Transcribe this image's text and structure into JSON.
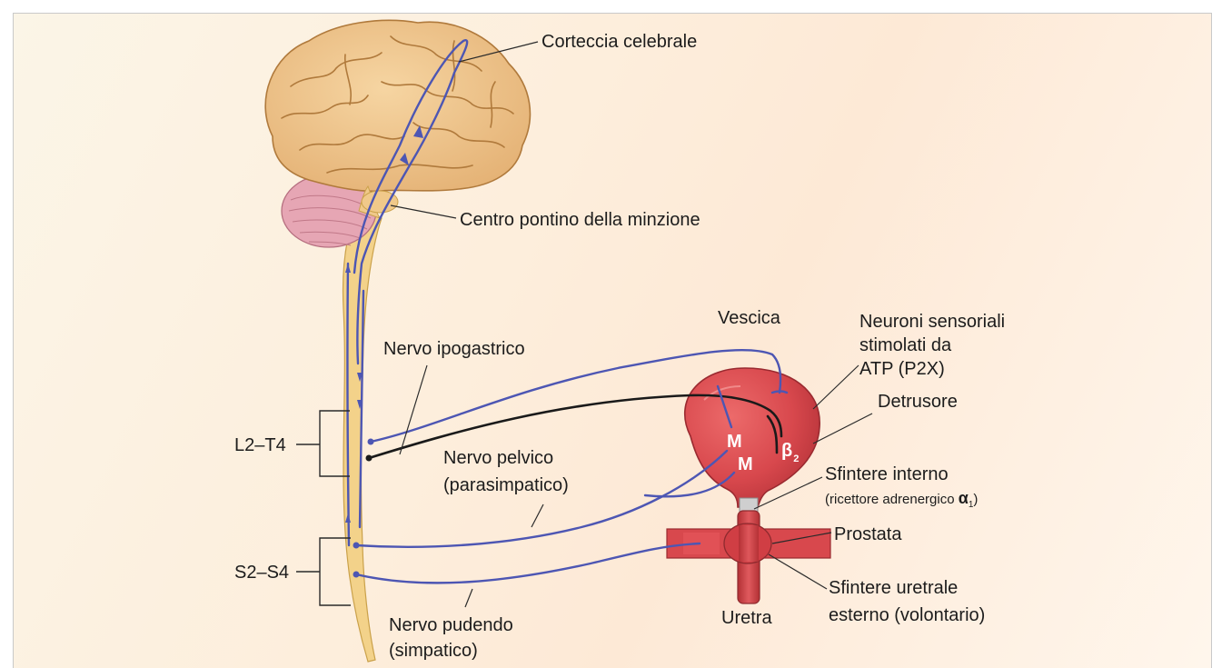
{
  "labels": {
    "cortex": "Corteccia celebrale",
    "pontine": "Centro pontino della minzione",
    "bladder": "Vescica",
    "sensory_1": "Neuroni sensoriali",
    "sensory_2": "stimolati da",
    "sensory_3": "ATP (P2X)",
    "detrusor": "Detrusore",
    "hypogastric": "Nervo ipogastrico",
    "pelvic_1": "Nervo pelvico",
    "pelvic_2": "(parasimpatico)",
    "internal_sphincter": "Sfintere interno",
    "adrenergic_text": "(ricettore adrenergico ",
    "adrenergic_alpha": "α",
    "adrenergic_sub": "1",
    "adrenergic_close": ")",
    "prostate": "Prostata",
    "external_1": "Sfintere uretrale",
    "external_2": "esterno (volontario)",
    "urethra": "Uretra",
    "pudendal_1": "Nervo pudendo",
    "pudendal_2": "(simpatico)",
    "level_l2t4": "L2–T4",
    "level_s2s4": "S2–S4"
  },
  "receptors": {
    "m1": "M",
    "m2": "M",
    "beta": "β",
    "beta_sub": "2"
  },
  "colors": {
    "nerve_blue": "#4d56b3",
    "bladder_red": "#d8484d",
    "cord_yellow": "#f3d28a",
    "brain_tan": "#edc48a",
    "cerebellum_pink": "#e6a6b4"
  }
}
